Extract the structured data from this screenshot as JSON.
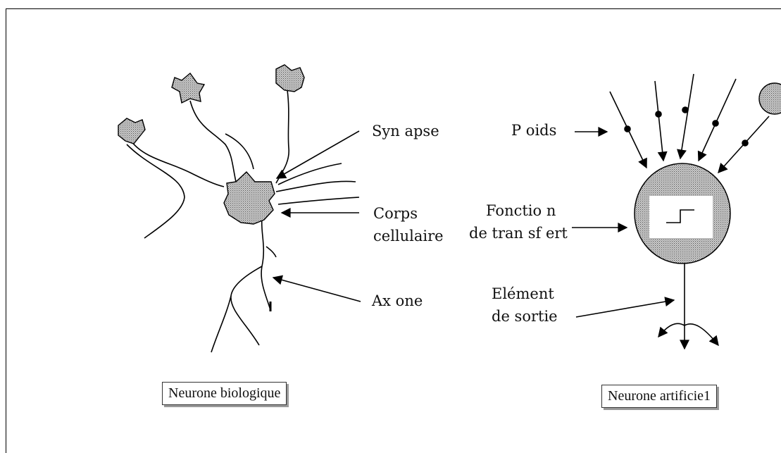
{
  "biological": {
    "synapse": "Syn apse",
    "corps_line1": "Corps",
    "corps_line2": "cellulaire",
    "axone": "Ax one",
    "caption": "Neurone biologique"
  },
  "artificial": {
    "poids": "P oids",
    "fonction_line1": "Fonctio n",
    "fonction_line2": "de tran sf ert",
    "element_line1": "Elément",
    "element_line2": "de sortie",
    "caption": "Neurone artificie1"
  }
}
